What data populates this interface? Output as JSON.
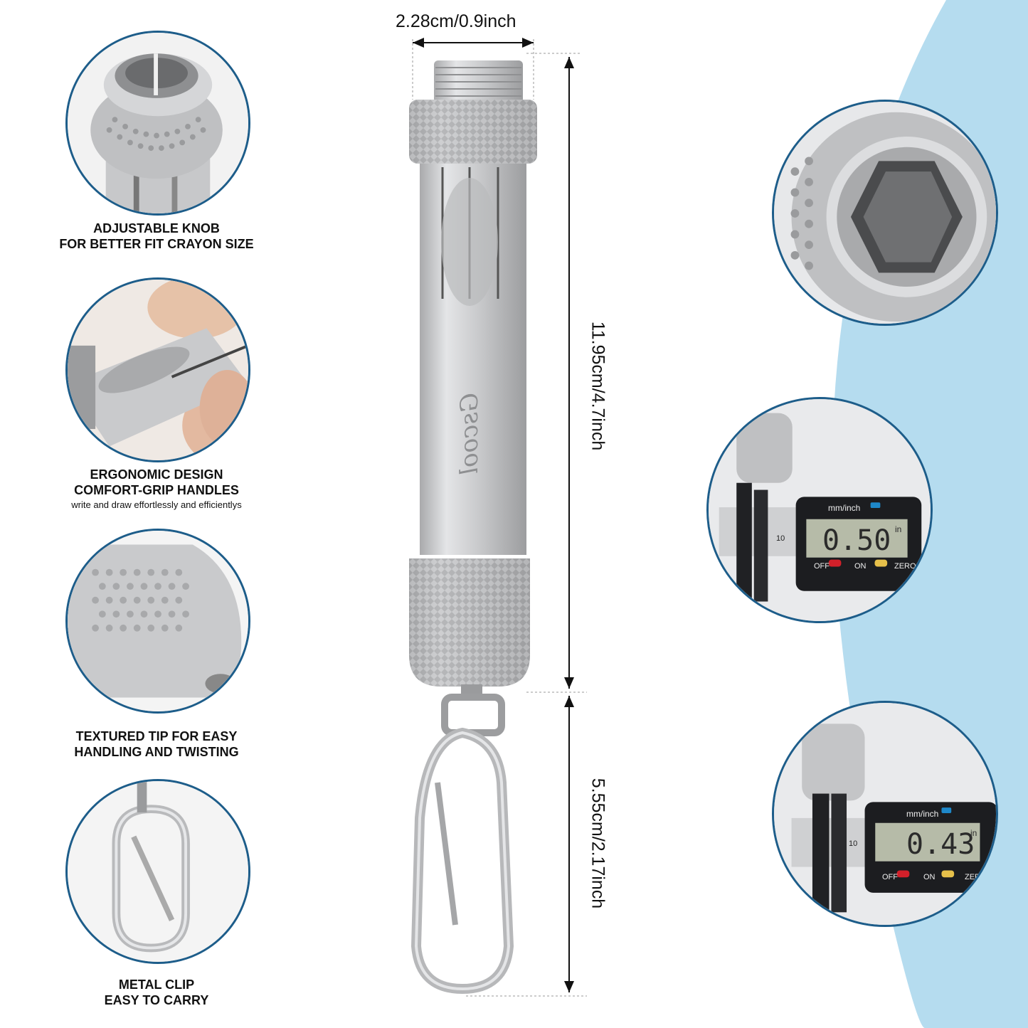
{
  "colors": {
    "accent": "#1d5d8a",
    "background_curve": "#b5dcef",
    "metal": "#cfd0d2"
  },
  "dimensions": {
    "width": "2.28cm/0.9inch",
    "body_length": "11.95cm/4.7inch",
    "clip_length": "5.55cm/2.17inch"
  },
  "brand": "Gscool",
  "features": [
    {
      "line1": "ADJUSTABLE KNOB",
      "line2": "FOR BETTER FIT CRAYON SIZE",
      "sub": "",
      "icon": "knob-icon"
    },
    {
      "line1": "ERGONOMIC DESIGN",
      "line2": "COMFORT-GRIP HANDLES",
      "sub": "write and draw effortlessly and efficientlys",
      "icon": "grip-icon"
    },
    {
      "line1": "TEXTURED TIP FOR EASY",
      "line2": "HANDLING AND TWISTING",
      "sub": "",
      "icon": "tip-icon"
    },
    {
      "line1": "METAL CLIP",
      "line2": "EASY TO CARRY",
      "sub": "",
      "icon": "clip-icon"
    }
  ],
  "calipers": [
    {
      "unit_label": "mm/inch",
      "reading": "0.50",
      "unit": "in",
      "off": "OFF",
      "on": "ON",
      "zero": "ZERO",
      "scale": "10"
    },
    {
      "unit_label": "mm/inch",
      "reading": "0.43",
      "unit": "in",
      "off": "OFF",
      "on": "ON",
      "zero": "ZER",
      "scale": "10"
    }
  ]
}
